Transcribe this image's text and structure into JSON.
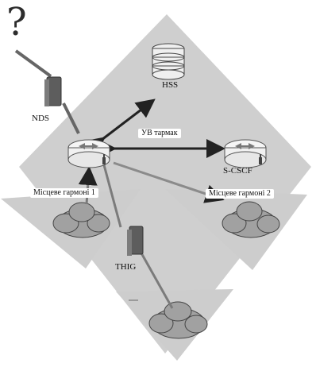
{
  "diagram": {
    "question_mark": "?",
    "nodes": {
      "nds": "NDS",
      "hss": "HSS",
      "scscf": "S-CSCF",
      "thig": "THIG"
    },
    "regions": {
      "visited_1": "Місцеве гармоні 1",
      "visited_2": "Місцеве гармоні 2",
      "link_label": "УВ тармак"
    },
    "colors": {
      "region_fill": "#cfcfcf",
      "cloud_fill": "#9f9f9f",
      "line": "#222222",
      "server_fill": "#f3f3f3"
    },
    "icons": {
      "hss": "database-icon",
      "nds": "firewall-icon",
      "thig": "firewall-icon",
      "pcscf": "router-icon",
      "scscf": "router-icon",
      "clouds": "cloud-icon",
      "question": "question-mark-icon"
    }
  }
}
